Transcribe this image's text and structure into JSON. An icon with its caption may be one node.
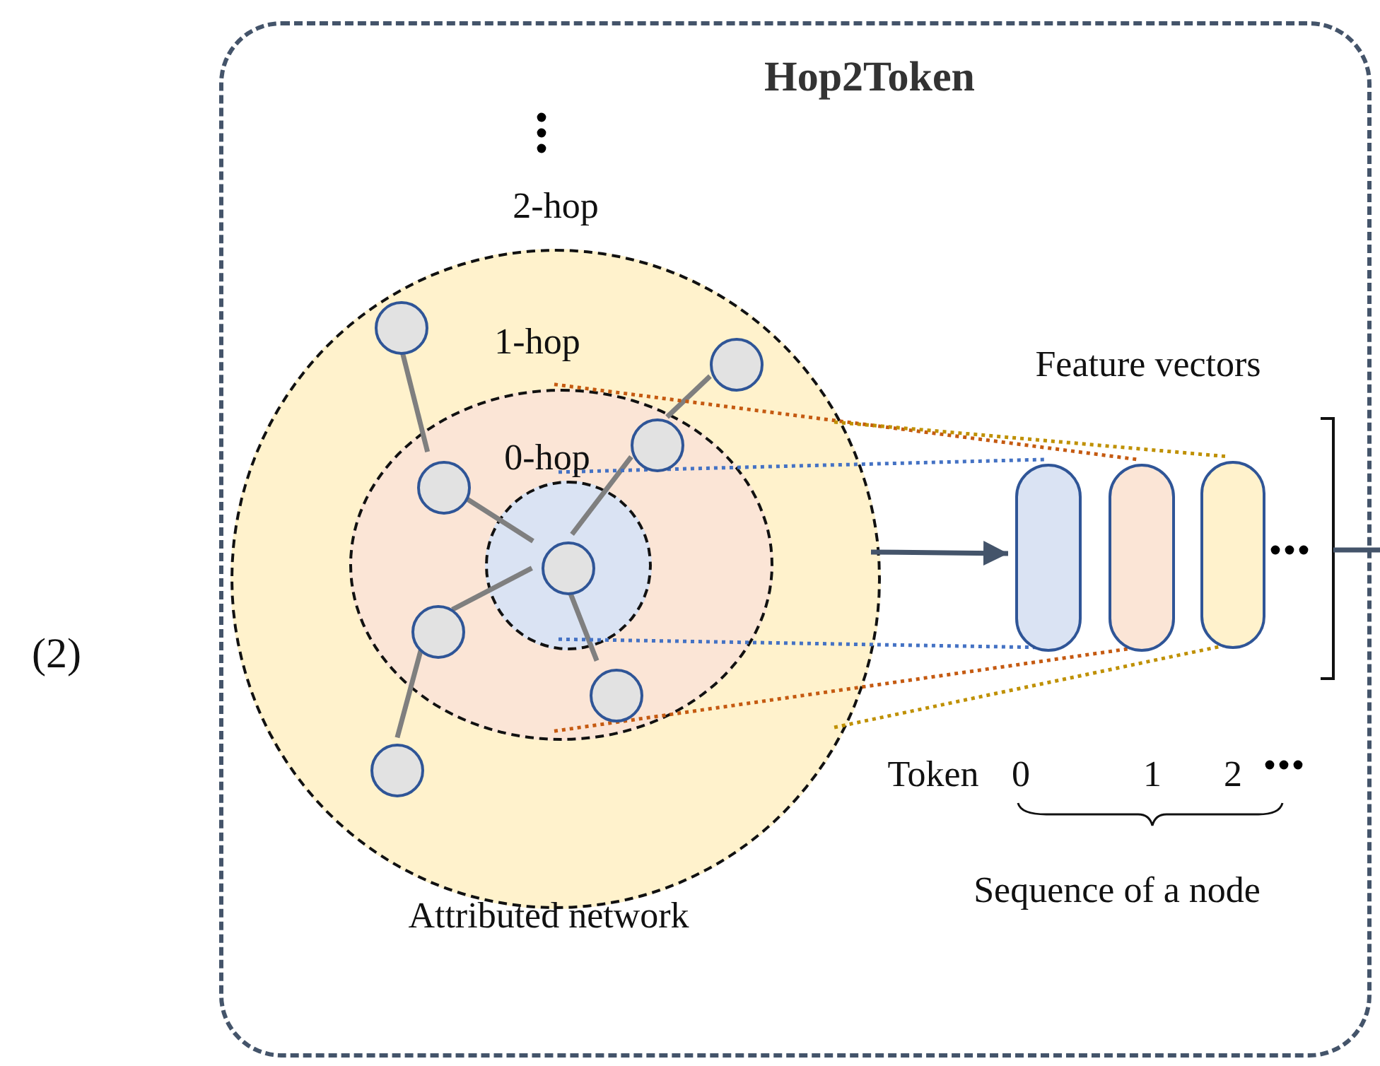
{
  "diagram": {
    "nodes": [
      {
        "text": [
          "Hop2Token"
        ]
      },
      {
        "text": [
          "2-hop"
        ],
        "in": 0,
        "beside": [
          "Attributed network"
        ]
      },
      {
        "text": [
          "1-hop"
        ],
        "in": 1
      },
      {
        "text": [
          "0-hop"
        ],
        "in": 2
      },
      {
        "text": [],
        "shape": "circle",
        "in": 1
      },
      {
        "text": [],
        "shape": "circle",
        "in": 1
      },
      {
        "text": [],
        "shape": "circle",
        "in": 2
      },
      {
        "text": [],
        "shape": "circle",
        "in": 2
      },
      {
        "text": [],
        "shape": "circle",
        "in": 3
      },
      {
        "text": [],
        "shape": "circle",
        "in": 2
      },
      {
        "text": [],
        "shape": "circle",
        "in": 2
      },
      {
        "text": [],
        "shape": "circle",
        "in": 1
      },
      {
        "text": [],
        "shape": "box",
        "in": 0
      },
      {
        "text": [],
        "shape": "box",
        "in": 0
      },
      {
        "text": [],
        "shape": "box",
        "in": 0
      }
    ],
    "edges": [
      {
        "from": 5,
        "to": 7,
        "arrow": "none"
      },
      {
        "from": 7,
        "to": 8,
        "arrow": "none"
      },
      {
        "from": 8,
        "to": 10,
        "arrow": "none"
      },
      {
        "from": 10,
        "to": 11,
        "arrow": "none"
      },
      {
        "from": 8,
        "to": 6,
        "arrow": "none"
      },
      {
        "from": 6,
        "to": 4,
        "arrow": "none"
      },
      {
        "from": 8,
        "to": 9,
        "arrow": "none"
      },
      {
        "from": 1,
        "to": 12,
        "arrow": "to",
        "color": "#44546a"
      },
      {
        "from": 3,
        "to": 12,
        "arrow": "none",
        "style": "dashed",
        "color": "#4472c4"
      },
      {
        "from": 3,
        "to": 12,
        "arrow": "none",
        "style": "dashed",
        "color": "#4472c4"
      },
      {
        "from": 2,
        "to": 13,
        "arrow": "none",
        "style": "dashed",
        "color": "#c55a11"
      },
      {
        "from": 2,
        "to": 13,
        "arrow": "none",
        "style": "dashed",
        "color": "#c55a11"
      },
      {
        "from": 1,
        "to": 14,
        "arrow": "none",
        "style": "dashed",
        "color": "#bf9000"
      },
      {
        "from": 1,
        "to": 14,
        "arrow": "none",
        "style": "dashed",
        "color": "#bf9000"
      }
    ],
    "labels": [
      "(2)",
      "Feature vectors",
      "Token",
      "0",
      "1",
      "2",
      "Sequence of a node"
    ]
  }
}
